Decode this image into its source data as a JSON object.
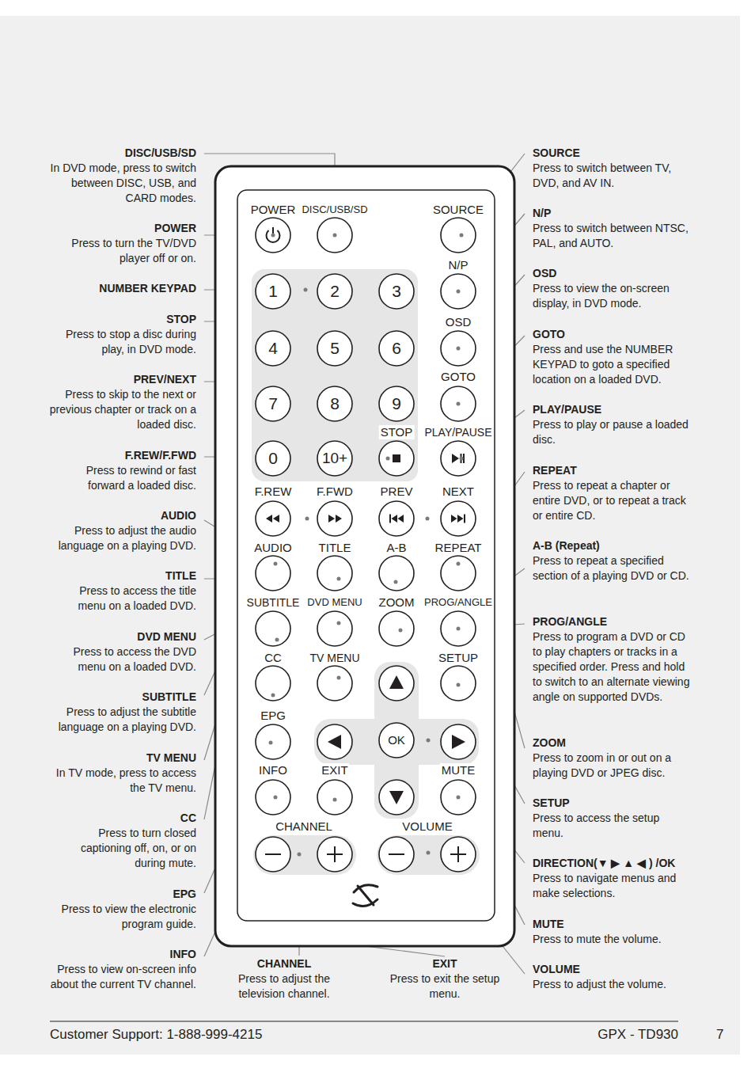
{
  "diagram": {
    "nodes": [
      {
        "text": [
          "POWER"
        ]
      },
      {
        "text": [
          "DISC/USB/SD"
        ]
      },
      {
        "text": [
          "SOURCE"
        ]
      },
      {
        "text": [
          "1"
        ]
      },
      {
        "text": [
          "2"
        ]
      },
      {
        "text": [
          "3"
        ]
      },
      {
        "text": [
          "N/P"
        ]
      },
      {
        "text": [
          "4"
        ]
      },
      {
        "text": [
          "5"
        ]
      },
      {
        "text": [
          "6"
        ]
      },
      {
        "text": [
          "OSD"
        ]
      },
      {
        "text": [
          "7"
        ]
      },
      {
        "text": [
          "8"
        ]
      },
      {
        "text": [
          "9"
        ]
      },
      {
        "text": [
          "GOTO"
        ]
      },
      {
        "text": [
          "0"
        ]
      },
      {
        "text": [
          "10+"
        ]
      },
      {
        "text": [
          "STOP"
        ]
      },
      {
        "text": [
          "PLAY/PAUSE"
        ]
      },
      {
        "text": [
          "F.REW"
        ]
      },
      {
        "text": [
          "F.FWD"
        ]
      },
      {
        "text": [
          "PREV"
        ]
      },
      {
        "text": [
          "NEXT"
        ]
      },
      {
        "text": [
          "AUDIO"
        ]
      },
      {
        "text": [
          "TITLE"
        ]
      },
      {
        "text": [
          "A-B"
        ]
      },
      {
        "text": [
          "REPEAT"
        ]
      },
      {
        "text": [
          "SUBTITLE"
        ]
      },
      {
        "text": [
          "DVD MENU"
        ]
      },
      {
        "text": [
          "ZOOM"
        ]
      },
      {
        "text": [
          "PROG/ANGLE"
        ]
      },
      {
        "text": [
          "CC"
        ]
      },
      {
        "text": [
          "TV MENU"
        ]
      },
      {
        "text": [
          "SETUP"
        ]
      },
      {
        "text": [
          "EPG"
        ]
      },
      {
        "text": [
          "OK"
        ]
      },
      {
        "text": [
          "INFO"
        ]
      },
      {
        "text": [
          "EXIT"
        ]
      },
      {
        "text": [
          "MUTE"
        ]
      }
    ],
    "labels": [
      "DISC/USB/SD",
      "In DVD mode, press to switch between DISC, USB, and CARD modes.",
      "POWER",
      "Press to turn the TV/DVD player off or on.",
      "NUMBER KEYPAD",
      "STOP",
      "Press to stop a disc during play, in DVD mode.",
      "PREV/NEXT",
      "Press to skip to the next or previous chapter or track on a loaded disc.",
      "F.REW/F.FWD",
      "Press to rewind or fast forward a loaded disc.",
      "AUDIO",
      "Press to adjust the audio language on a playing DVD.",
      "TITLE",
      "Press to access the title menu on a loaded DVD.",
      "DVD MENU",
      "Press to access the DVD menu on a loaded DVD.",
      "SUBTITLE",
      "Press to adjust the subtitle language on a playing DVD.",
      "TV MENU",
      "In TV mode, press to access the TV menu.",
      "CC",
      "Press to turn closed captioning off, on, or on during mute.",
      "EPG",
      "Press to view the electronic program guide.",
      "INFO",
      "Press to view on-screen info about the current TV channel.",
      "SOURCE",
      "Press to switch between TV, DVD, and AV IN.",
      "N/P",
      "Press to switch between NTSC, PAL, and AUTO.",
      "OSD",
      "Press to view the on-screen display, in DVD mode.",
      "GOTO",
      "Press and use the NUMBER KEYPAD to goto a specified location on a loaded DVD.",
      "PLAY/PAUSE",
      "Press to play or pause a loaded disc.",
      "REPEAT",
      "Press to repeat a chapter or entire DVD, or to repeat a track or entire CD.",
      "A-B (Repeat)",
      "Press to repeat a specified section of a playing DVD or CD.",
      "PROG/ANGLE",
      "Press to program a DVD or CD to play chapters or tracks in a specified order. Press and hold to switch to an alternate viewing angle on supported DVDs.",
      "ZOOM",
      "Press to zoom in or out on a playing DVD or JPEG disc.",
      "SETUP",
      "Press to access the setup menu.",
      "DIRECTION(▼ ▶ ▲ ◀ ) /OK",
      "Press to navigate menus and make selections.",
      "MUTE",
      "Press to mute the volume.",
      "VOLUME",
      "Press to adjust the volume.",
      "CHANNEL",
      "Press to adjust the television channel.",
      "EXIT",
      "Press to exit the setup menu.",
      "CHANNEL",
      "VOLUME",
      "Customer Support: 1-888-999-4215",
      "GPX - TD930",
      "7"
    ]
  }
}
